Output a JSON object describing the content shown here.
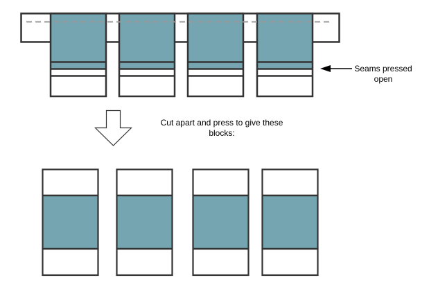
{
  "colors": {
    "fabric": "#74a5b0",
    "outline": "#333333",
    "fold_line": "#999999",
    "background": "#ffffff"
  },
  "top_panel": {
    "block_count": 4,
    "callout_label_line1": "Seams pressed",
    "callout_label_line2": "open"
  },
  "instruction": {
    "line1": "Cut apart and press to give these",
    "line2": "blocks:"
  },
  "result_blocks": {
    "count": 4
  }
}
